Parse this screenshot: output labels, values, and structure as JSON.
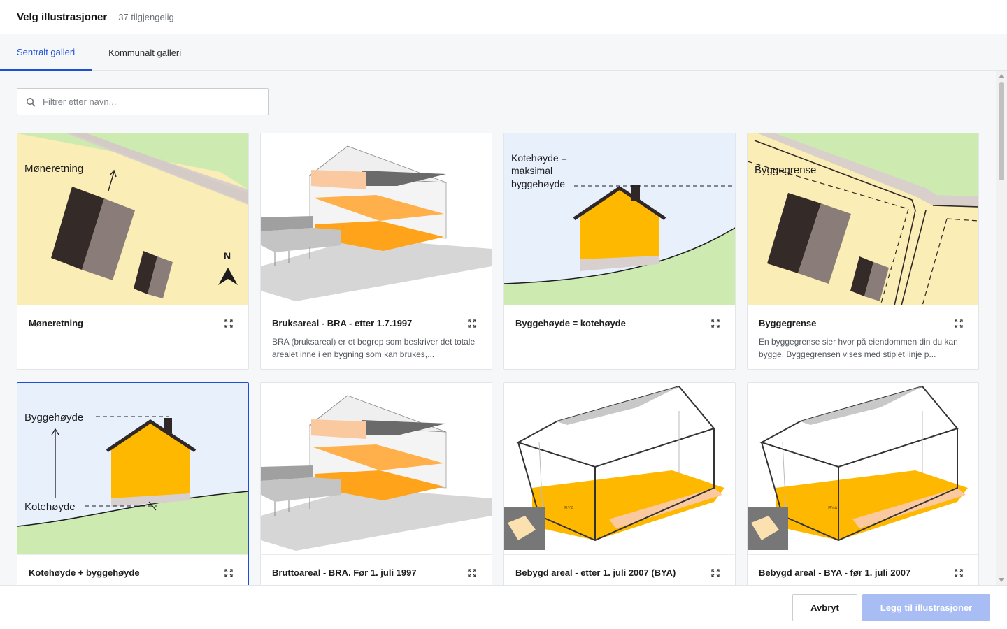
{
  "header": {
    "title": "Velg illustrasjoner",
    "count": "37 tilgjengelig"
  },
  "tabs": [
    {
      "label": "Sentralt galleri",
      "active": true
    },
    {
      "label": "Kommunalt galleri",
      "active": false
    }
  ],
  "search": {
    "placeholder": "Filtrer etter navn..."
  },
  "cards": [
    {
      "title": "Møneretning",
      "description": "",
      "image_text": [
        "Møneretning",
        "N"
      ]
    },
    {
      "title": "Bruksareal - BRA - etter 1.7.1997",
      "description": "BRA (bruksareal) er et begrep som beskriver det totale arealet inne i en bygning som kan brukes,..."
    },
    {
      "title": "Byggehøyde = kotehøyde",
      "description": "",
      "image_text": [
        "Kotehøyde =",
        "maksimal",
        "byggehøyde"
      ]
    },
    {
      "title": "Byggegrense",
      "description": "En byggegrense sier hvor på eiendommen din du kan bygge. Byggegrensen vises med stiplet linje p...",
      "image_text": [
        "Byggegrense"
      ]
    },
    {
      "title": "Kotehøyde + byggehøyde",
      "description": "",
      "selected": true,
      "image_text": [
        "Byggehøyde",
        "Kotehøyde"
      ]
    },
    {
      "title": "Bruttoareal - BRA. Før 1. juli 1997",
      "description": ""
    },
    {
      "title": "Bebygd areal - etter 1. juli 2007 (BYA)",
      "description": "",
      "image_text": [
        "BYA"
      ]
    },
    {
      "title": "Bebygd areal - BYA - før 1. juli 2007",
      "description": "",
      "image_text": [
        "BYA"
      ]
    }
  ],
  "footer": {
    "cancel_label": "Avbryt",
    "add_label": "Legg til illustrasjoner"
  },
  "colors": {
    "accent": "#1d4fd6",
    "add_button_disabled": "#a9bdf5",
    "illustration_yellow": "#ffb800",
    "map_beige": "#faedb5",
    "grass_green": "#cdebb0",
    "sky_blue": "#e8f0fc"
  }
}
